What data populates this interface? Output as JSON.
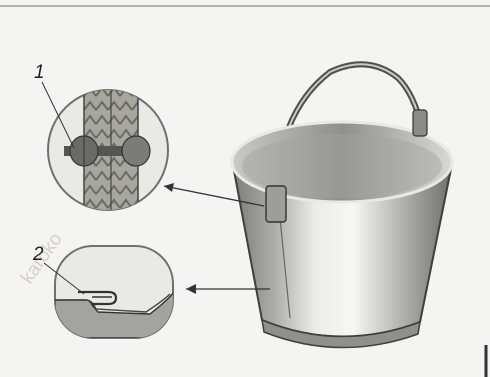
{
  "diagram": {
    "callouts": [
      {
        "label": "1",
        "detail": "rivet-detail"
      },
      {
        "label": "2",
        "detail": "seam-detail"
      }
    ],
    "watermark": "karoko"
  }
}
